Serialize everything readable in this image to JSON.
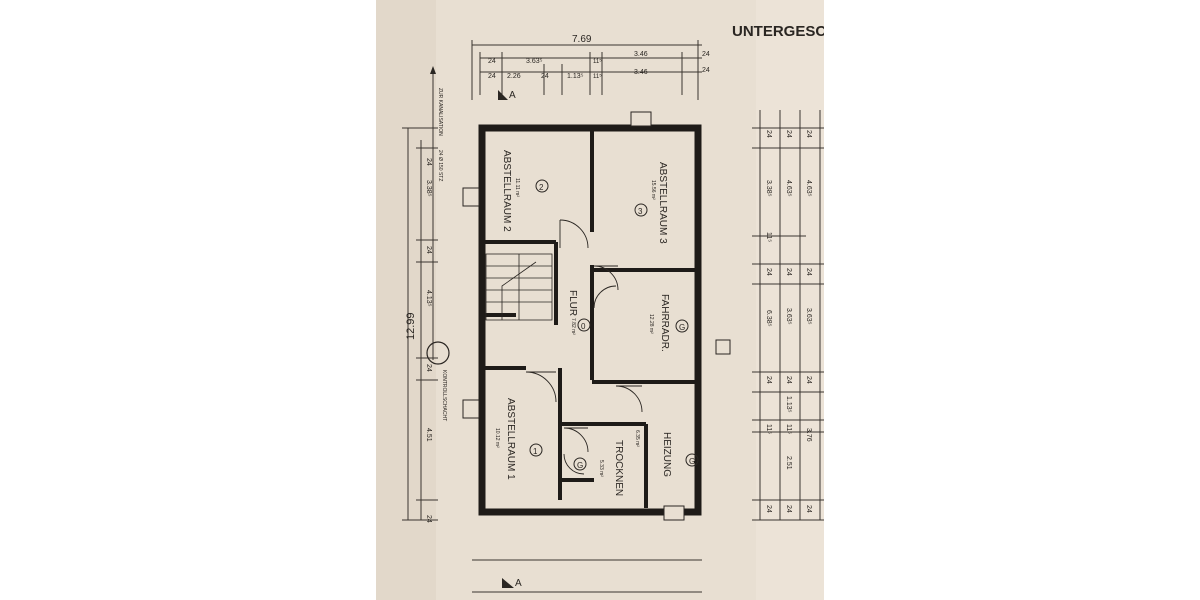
{
  "header": {
    "title": "UNTERGESC"
  },
  "dimensions_top": {
    "total": "7.69",
    "row1": [
      "24",
      "3.63⁵",
      "11⁵",
      "3.46",
      "24"
    ],
    "row2": [
      "24",
      "2.26",
      "24",
      "1.13⁵",
      "11⁵",
      "3.46",
      "24"
    ]
  },
  "dimensions_left": {
    "total": "12.99",
    "segments": [
      "24",
      "3.38⁵",
      "24",
      "4.13⁵",
      "24",
      "4.51",
      "24"
    ]
  },
  "dimensions_right": {
    "col_a": [
      "24",
      "3.38⁵",
      "11⁵",
      "24",
      "6.38⁵",
      "24",
      "11⁵",
      "24"
    ],
    "col_b": [
      "24",
      "4.63⁵",
      "24",
      "3.63⁵",
      "24",
      "1.13⁵",
      "11⁵",
      "2.51",
      "24"
    ],
    "col_c": [
      "24",
      "4.63⁵",
      "24",
      "3.63⁵",
      "24",
      "3.76",
      "24"
    ]
  },
  "side_notes": {
    "kanal": "ZUR KANALISATION",
    "kontroll": "KONTROLLSCHACHT",
    "pipe": "24 Ø 150 STZ"
  },
  "rooms": [
    {
      "name": "ABSTELLRAUM 2",
      "num": "2",
      "area": "11.11 m²"
    },
    {
      "name": "ABSTELLRAUM 3",
      "num": "3",
      "area": "15.56 m²"
    },
    {
      "name": "FLUR",
      "num": "0",
      "area": "7.82 m²"
    },
    {
      "name": "FAHRRADR.",
      "num": "G",
      "area": "12.28 m²"
    },
    {
      "name": "ABSTELLRAUM 1",
      "num": "1",
      "area": "10.12 m²"
    },
    {
      "name": "TROCKNEN",
      "num": "G",
      "area": "5.33 m²"
    },
    {
      "name": "HEIZUNG",
      "num": "G",
      "area": "6.35 m²"
    }
  ],
  "markers": {
    "section_top": "A",
    "section_bottom": "A"
  }
}
